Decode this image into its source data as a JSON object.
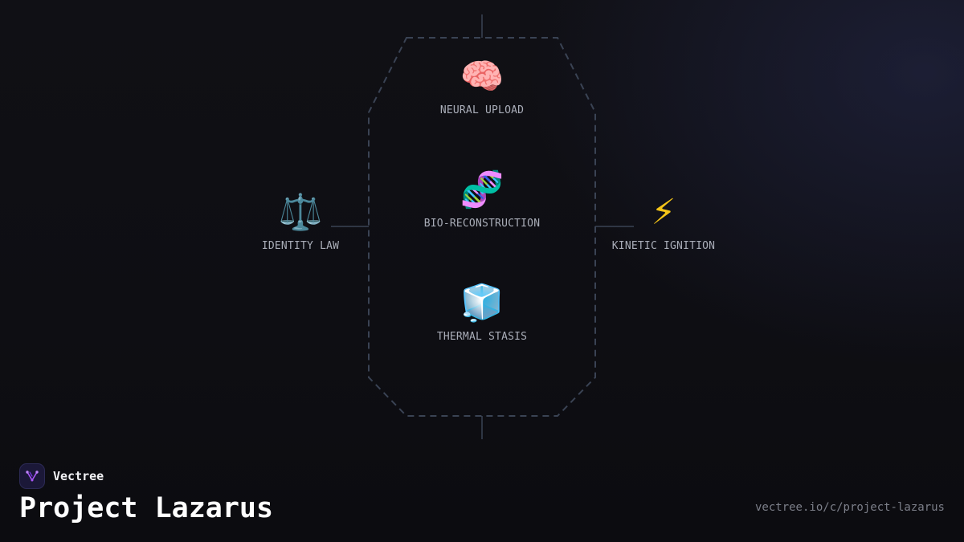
{
  "diagram": {
    "center_nodes": [
      {
        "icon": "brain-icon",
        "glyph": "🧠",
        "label": "NEURAL UPLOAD"
      },
      {
        "icon": "dna-icon",
        "glyph": "🧬",
        "label": "BIO-RECONSTRUCTION"
      },
      {
        "icon": "ice-cube-icon",
        "glyph": "🧊",
        "label": "THERMAL STASIS"
      }
    ],
    "left_node": {
      "icon": "scales-icon",
      "glyph": "⚖️",
      "label": "IDENTITY LAW"
    },
    "right_node": {
      "icon": "lightning-icon",
      "glyph": "⚡",
      "label": "KINETIC IGNITION"
    },
    "colors": {
      "frame": "#3a4354",
      "connector": "#3a4354",
      "label": "#a9adb8"
    }
  },
  "brand": {
    "name": "Vectree",
    "logo_icon": "vectree-logo-icon",
    "logo_color": "#a855f7"
  },
  "project": {
    "title": "Project Lazarus",
    "url": "vectree.io/c/project-lazarus"
  }
}
